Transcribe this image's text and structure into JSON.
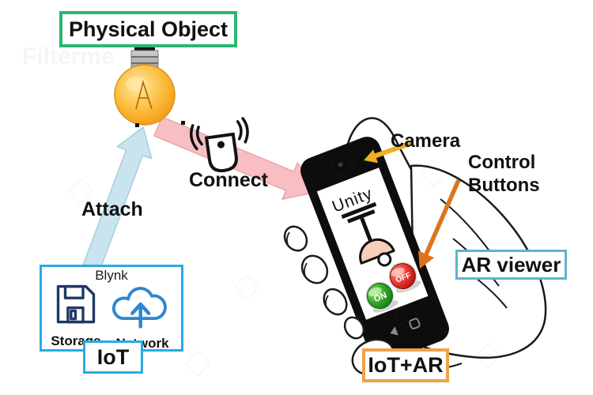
{
  "watermark": {
    "brand": "Filterme"
  },
  "labels": {
    "physical_object": "Physical Object",
    "attach": "Attach",
    "connect": "Connect",
    "camera": "Camera",
    "control_buttons_line1": "Control",
    "control_buttons_line2": "Buttons",
    "ar_viewer": "AR viewer",
    "iot": "IoT",
    "iot_ar": "IoT+AR"
  },
  "iot_panel": {
    "platform": "Blynk",
    "storage": "Storage",
    "network": "Network"
  },
  "phone": {
    "app": "Unity",
    "on": "ON",
    "off": "OFF"
  },
  "colors": {
    "green_border": "#2BB673",
    "cyan_border": "#29ABE2",
    "ar_viewer_border": "#5FB4CF",
    "orange_border": "#F0A14D",
    "attach_arrow": "#C9E4EE",
    "connect_arrow": "#F8BEC1",
    "camera_arrow": "#EFB021",
    "control_arrow": "#DD741D",
    "on_button": "#2FA42B",
    "off_button": "#E5342A",
    "bulb": "#F7A81B",
    "lamp_shade": "#F8CDBB"
  }
}
